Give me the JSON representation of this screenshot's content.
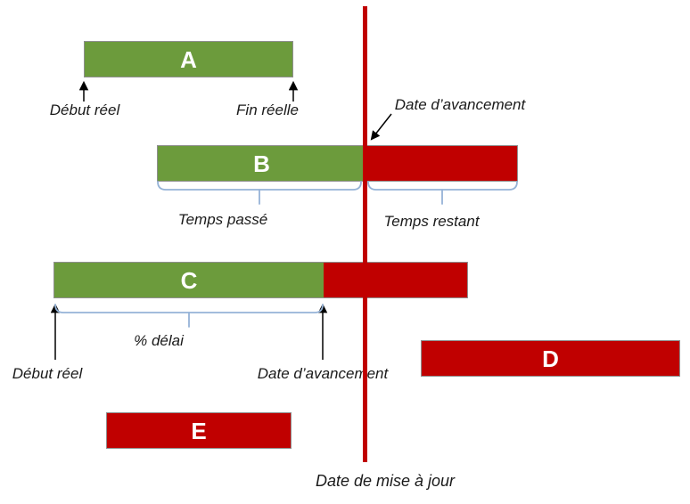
{
  "colors": {
    "bar_green": "#6C9B3C",
    "bar_red": "#C00000",
    "bar_border": "#8F8F8F",
    "brace_blue": "#95B3D7",
    "timeline_red": "#C00000"
  },
  "bars": {
    "a": {
      "label": "A"
    },
    "b": {
      "label": "B"
    },
    "c": {
      "label": "C"
    },
    "d": {
      "label": "D"
    },
    "e": {
      "label": "E"
    }
  },
  "annotations": {
    "debut_reel_top": "Début réel",
    "fin_reelle": "Fin réelle",
    "date_avancement_top": "Date d’avancement",
    "temps_passe": "Temps passé",
    "temps_restant": "Temps restant",
    "pct_delai": "% délai",
    "debut_reel_bottom": "Début réel",
    "date_avancement_bottom": "Date d’avancement",
    "date_mise_a_jour": "Date de mise à jour"
  }
}
